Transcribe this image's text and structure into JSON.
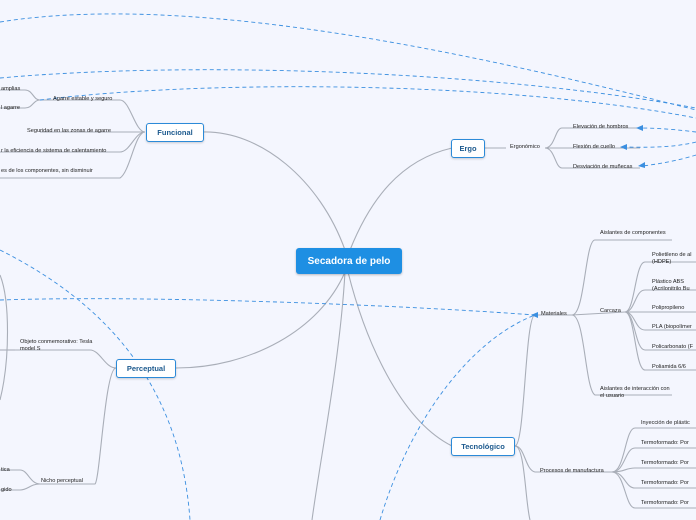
{
  "central": {
    "label": "Secadora de pelo"
  },
  "branches": {
    "ergo": {
      "label": "Ergo",
      "category": "Ergonómico",
      "items": [
        "Elevación de hombros",
        "Flexión de cuello",
        "Desviación de muñecas"
      ]
    },
    "funcional": {
      "label": "Funcional",
      "top_left_1": "amplias",
      "top_left_2": "l agarre",
      "agarre": "Agarre estable y seguro",
      "seguridad": "Seguridad en las zonas de agarre",
      "eficiencia": "r la eficiencia de sistema de calentamiento",
      "componentes": "es de los componentes, sin disminuir"
    },
    "perceptual": {
      "label": "Perceptual",
      "objeto": "Objeto conmemorativo: Tesla model S",
      "nicho": "Nicho perceptual",
      "fragment_1": "tica",
      "fragment_2": "gido"
    },
    "tecnologico": {
      "label": "Tecnológico",
      "materiales": {
        "label": "Materiales",
        "aislantes_componentes": "Aislantes de componentes",
        "carcaza": {
          "label": "Carcaza",
          "items": [
            "Polietileno de al (HDPE)",
            "Plástico ABS (Acrilonitrilo Bu",
            "Polipropileno",
            "PLA (biopolímer",
            "Policarbonato (F",
            "Poliamida 6/6"
          ]
        },
        "aislantes_interaccion": "Aislantes de interacción con el usuario"
      },
      "procesos": {
        "label": "Procesos de manufactura",
        "items": [
          "Inyección de plástic",
          "Termoformado: Por",
          "Termoformado: Por",
          "Termoformado: Por",
          "Termoformado: Por"
        ]
      }
    }
  },
  "colors": {
    "central": "#1e8fe3",
    "main_border": "#2b8ad8",
    "connector": "#a8adb8",
    "relation": "#3b8fe0"
  }
}
